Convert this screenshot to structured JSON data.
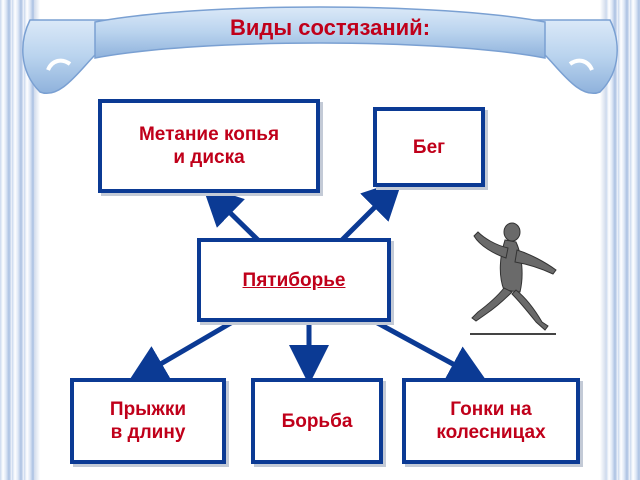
{
  "title": "Виды состязаний:",
  "center": {
    "label": "Пятиборье "
  },
  "events": {
    "javelin_discus": "Метание копья\nи диска",
    "running": "Бег",
    "long_jump": "Прыжки\nв длину",
    "wrestling": "Борьба",
    "chariot": "Гонки на\nколесницах"
  },
  "colors": {
    "border": "#0b3a94",
    "text": "#c0001a",
    "ribbon": "#b9d3ee",
    "arrow": "#0b3a94"
  },
  "icons": [
    "runner-figure-icon",
    "ribbon-banner"
  ]
}
